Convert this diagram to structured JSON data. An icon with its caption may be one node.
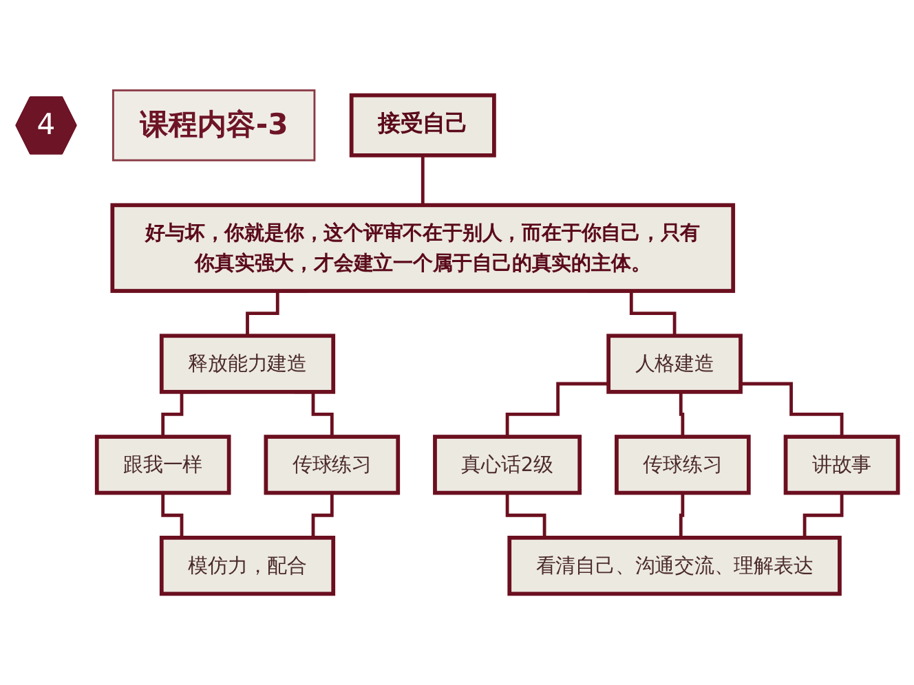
{
  "diagram": {
    "nodes": [
      {
        "text": [
          "4"
        ]
      },
      {
        "text": [
          "课程内容-3"
        ]
      },
      {
        "text": [
          "接受自己"
        ]
      },
      {
        "text": [
          "好与坏，你就是你，这个评审不在于别人，而在于你自己，只有你真实强大，才会建立一个属于自己的真实的主体。"
        ]
      },
      {
        "text": [
          "释放能力建造"
        ]
      },
      {
        "text": [
          "人格建造"
        ]
      },
      {
        "text": [
          "跟我一样"
        ]
      },
      {
        "text": [
          "传球练习"
        ]
      },
      {
        "text": [
          "真心话2级"
        ]
      },
      {
        "text": [
          "传球练习"
        ]
      },
      {
        "text": [
          "讲故事"
        ]
      },
      {
        "text": [
          "模仿力，配合"
        ]
      },
      {
        "text": [
          "看清自己、沟通交流、理解表达"
        ]
      }
    ],
    "edges": [
      {
        "from": 2,
        "to": 3,
        "arrow": "none"
      },
      {
        "from": 3,
        "to": 4,
        "arrow": "none"
      },
      {
        "from": 3,
        "to": 5,
        "arrow": "none"
      },
      {
        "from": 4,
        "to": 6,
        "arrow": "none"
      },
      {
        "from": 4,
        "to": 7,
        "arrow": "none"
      },
      {
        "from": 5,
        "to": 8,
        "arrow": "none"
      },
      {
        "from": 5,
        "to": 9,
        "arrow": "none"
      },
      {
        "from": 5,
        "to": 10,
        "arrow": "none"
      },
      {
        "from": 6,
        "to": 11,
        "arrow": "none"
      },
      {
        "from": 7,
        "to": 11,
        "arrow": "none"
      },
      {
        "from": 8,
        "to": 12,
        "arrow": "none"
      },
      {
        "from": 9,
        "to": 12,
        "arrow": "none"
      },
      {
        "from": 10,
        "to": 12,
        "arrow": "none"
      }
    ]
  }
}
